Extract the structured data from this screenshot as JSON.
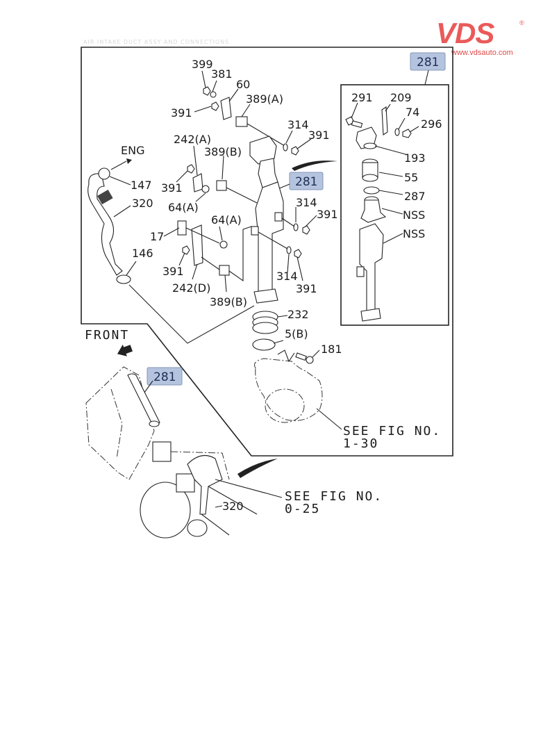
{
  "watermark": {
    "brand": "VDS",
    "registered_mark": "®",
    "url": "www.vdsauto.com",
    "brand_color": "#ea5a5a"
  },
  "header": {
    "faint_title": "AIR INTAKE  DUCT  ASSY  AND  CONNECTIONS"
  },
  "colors": {
    "badge_fill": "#b5c4de",
    "badge_text": "#1f2d55",
    "line": "#222222"
  },
  "callout_badges": {
    "inset": "281",
    "main": "281",
    "vehicle": "281"
  },
  "direction_labels": {
    "engine": "ENG",
    "front": "FRONT"
  },
  "references": {
    "fig_1_30_line1": "SEE FIG NO.",
    "fig_1_30_line2": "1-30",
    "fig_0_25_line1": "SEE FIG NO.",
    "fig_0_25_line2": "0-25"
  },
  "main_parts": {
    "p399": "399",
    "p381": "381",
    "p60": "60",
    "p391_a": "391",
    "p389a": "389(A)",
    "p314_a": "314",
    "p391_b": "391",
    "p242a": "242(A)",
    "p389b_top": "389(B)",
    "p391_c": "391",
    "p64a_1": "64(A)",
    "p314_b": "314",
    "p391_d": "391",
    "p17": "17",
    "p64a_2": "64(A)",
    "p391_e": "391",
    "p242d": "242(D)",
    "p389b_bottom": "389(B)",
    "p314_c": "314",
    "p391_f": "391",
    "p147": "147",
    "p320": "320",
    "p146": "146",
    "p232": "232",
    "p5b": "5(B)",
    "p181": "181",
    "p320_vehicle": "320"
  },
  "inset_parts": {
    "p291": "291",
    "p209": "209",
    "p74": "74",
    "p296": "296",
    "p193": "193",
    "p55": "55",
    "p287": "287",
    "nss_1": "NSS",
    "nss_2": "NSS"
  }
}
